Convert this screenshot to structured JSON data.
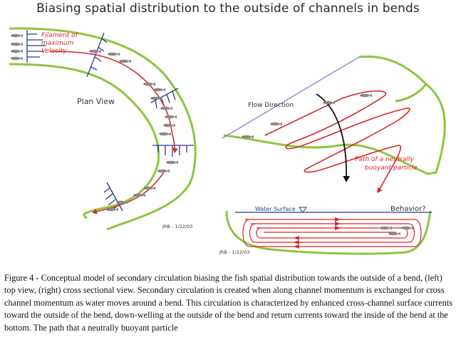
{
  "title": "Biasing spatial distribution to the outside of channels in bends",
  "labels": {
    "filament": [
      "Filament of",
      "maximum",
      "Velocity"
    ],
    "plan_view": "Plan View",
    "flow_direction": "Flow Direction",
    "particle_path": [
      "Path of a neutrally",
      "buoyant particle"
    ],
    "water_surface": "Water Surface",
    "behavior": "Behavior?",
    "signature_left": "JRB - 1/22/03",
    "signature_right": "JRB - 1/22/03"
  },
  "caption": "Figure 4 - Conceptual model of secondary circulation biasing the fish spatial distribution towards the outside of a bend, (left) top view, (right) cross sectional view.  Secondary circulation is created when along channel momentum is exchanged for cross channel momentum as water moves around a bend.  This circulation is characterized by enhanced cross-channel surface currents toward the outside of the bend, down-welling at the outside of the bend and return currents toward the inside of the bend at the bottom.  The path that a neutrally buoyant particle",
  "colors": {
    "bank": "#8cc63f",
    "flow": "#d9262a",
    "vector": "#2b3a8c",
    "fish": "#8a8a8a"
  }
}
